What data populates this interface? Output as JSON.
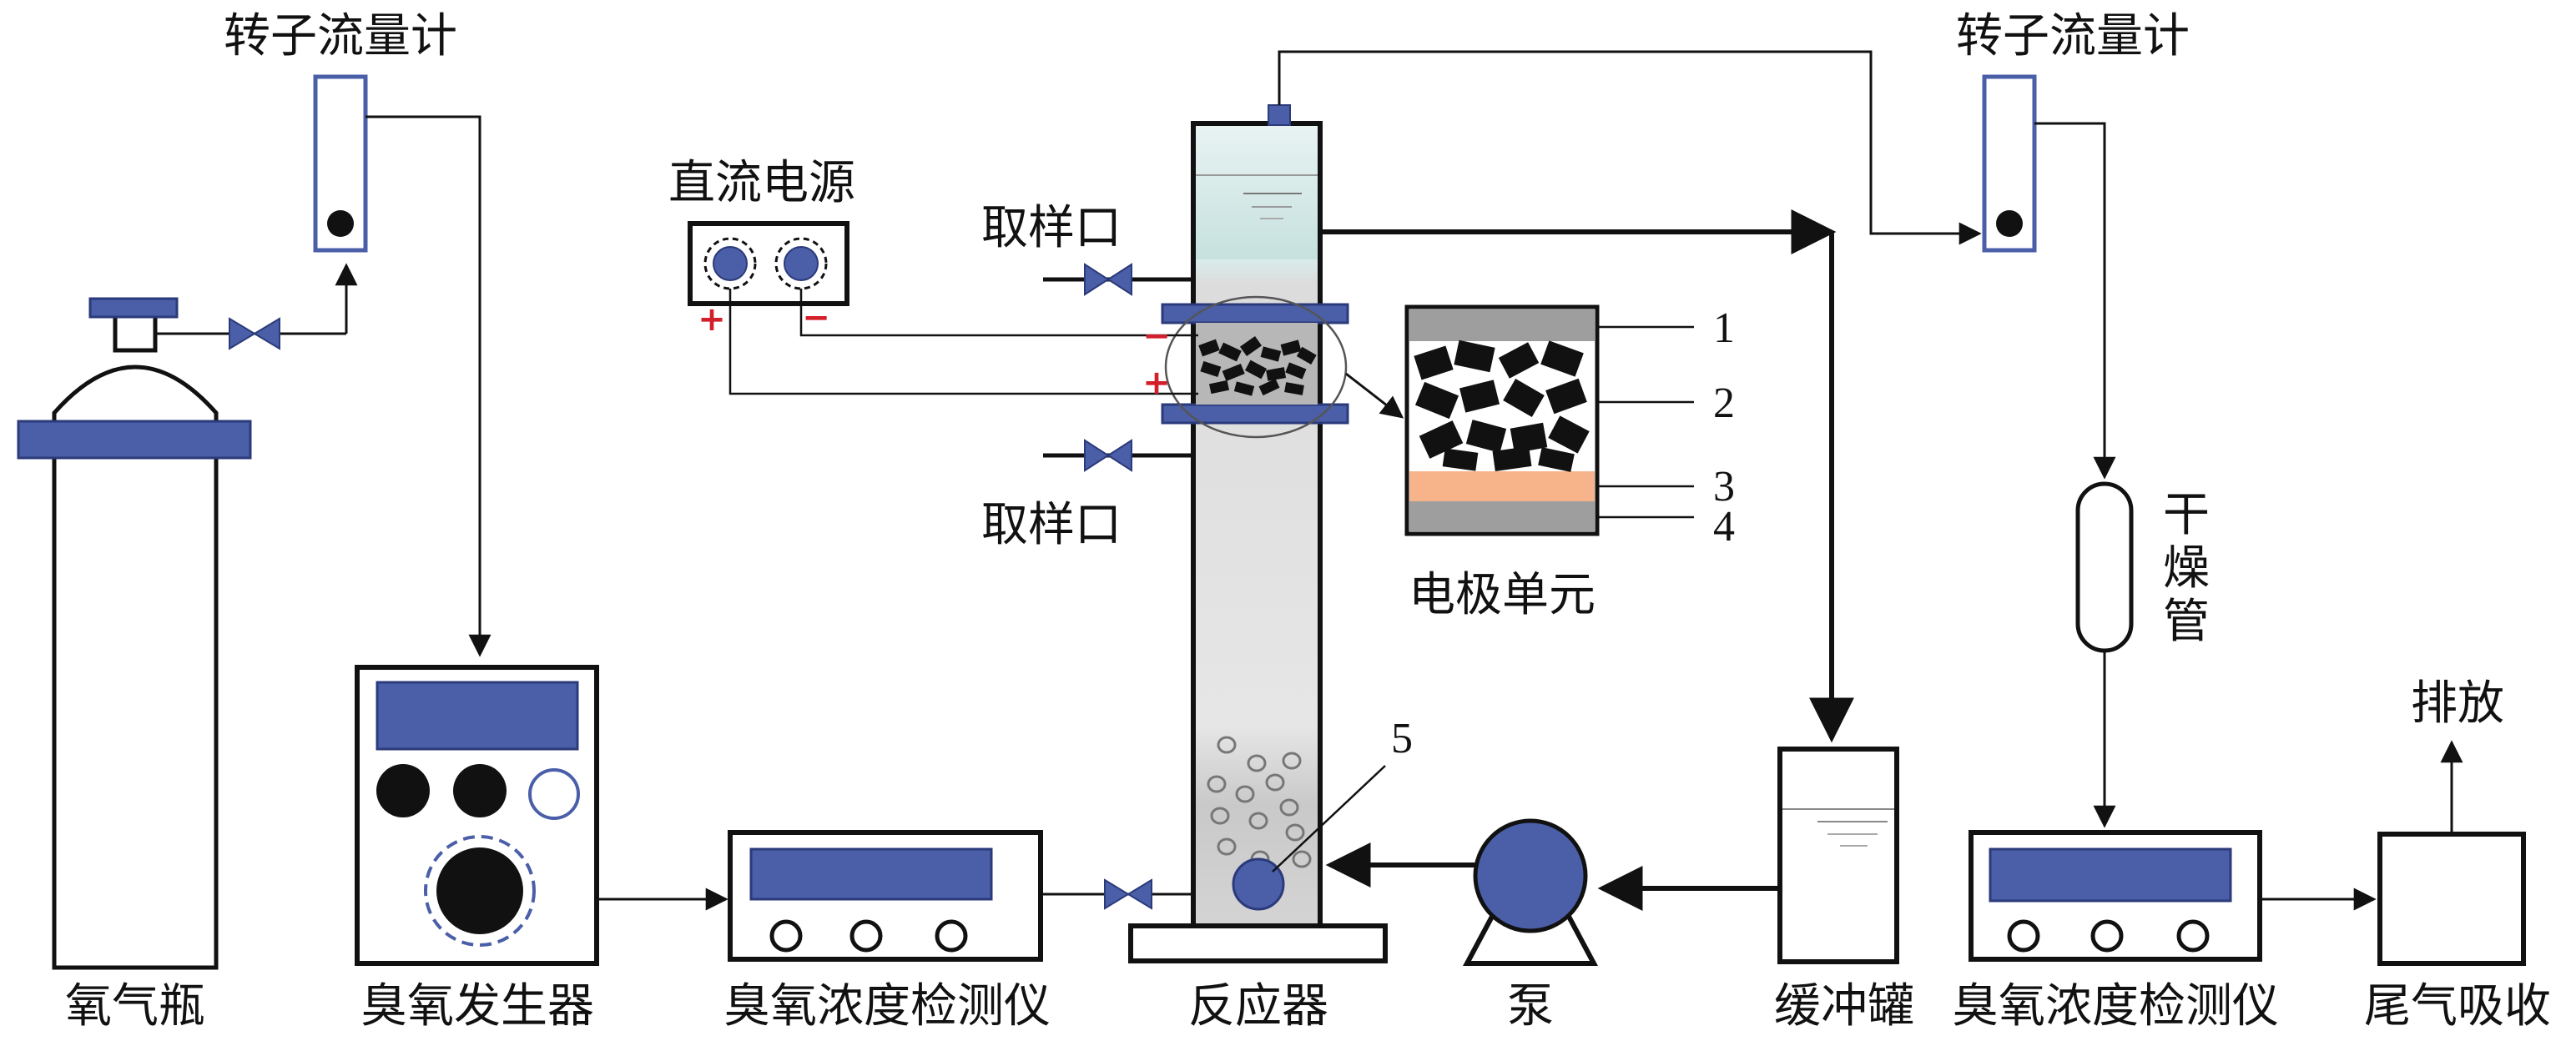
{
  "labels": {
    "flowmeter_left": "转子流量计",
    "flowmeter_right": "转子流量计",
    "dc_power": "直流电源",
    "sampling_port_top": "取样口",
    "sampling_port_bottom": "取样口",
    "electrode_unit": "电极单元",
    "oxygen_cylinder": "氧气瓶",
    "ozone_generator": "臭氧发生器",
    "ozone_detector_left": "臭氧浓度检测仪",
    "reactor": "反应器",
    "pump": "泵",
    "buffer_tank": "缓冲罐",
    "ozone_detector_right": "臭氧浓度检测仪",
    "tail_gas_absorption": "尾气吸收",
    "discharge": "排放",
    "drying_tube": [
      "干",
      "燥",
      "管"
    ]
  },
  "electrode_layers": [
    "1",
    "2",
    "3",
    "4"
  ],
  "diffuser_number": "5",
  "polarity": {
    "positive": "+",
    "negative": "−"
  },
  "colors": {
    "blue": "#4a5fa8",
    "dark_blue": "#2b3a7a",
    "line": "#111111",
    "water_top": "#cfe6e4",
    "reactor_gray": "#d9d9d9",
    "electrode_gray": "#9e9e9e",
    "orange_layer": "#f7b48a",
    "sign_red": "#d21f2a"
  }
}
